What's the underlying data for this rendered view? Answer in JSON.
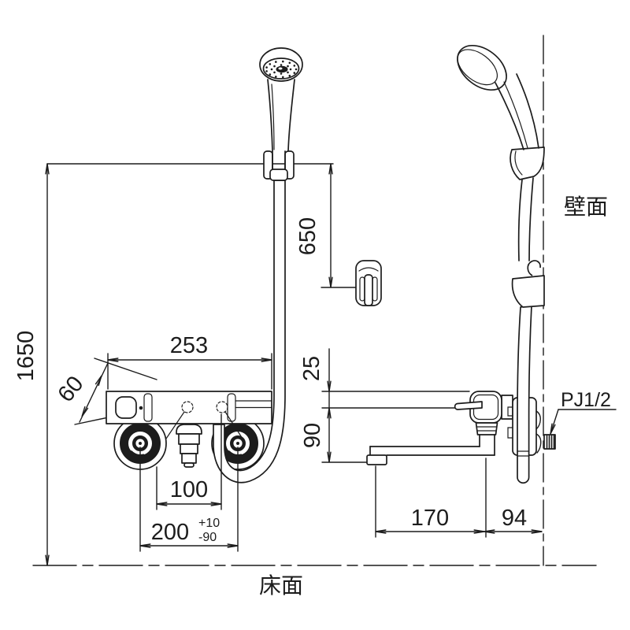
{
  "drawing": {
    "labels": {
      "wall_surface": "壁面",
      "floor_surface": "床面",
      "pipe_connection": "PJ1/2"
    },
    "dimensions": {
      "mounting_height": "1650",
      "hook_drop": "650",
      "body_width": "253",
      "handle_depth": "60",
      "body_top_to_center": "25",
      "center_to_spout": "90",
      "inner_pitch": "100",
      "pipe_pitch": "200",
      "pitch_tolerance_plus": "+10",
      "pitch_tolerance_minus": "-90",
      "spout_reach": "170",
      "wall_clearance": "94"
    },
    "colors": {
      "line": "#1c1c1c",
      "background": "#ffffff"
    }
  }
}
